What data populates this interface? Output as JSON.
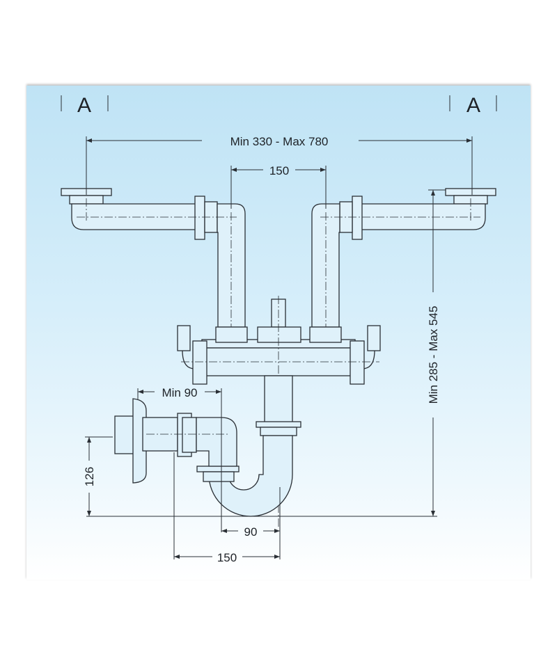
{
  "section_labels": {
    "left": "A",
    "right": "A"
  },
  "dimensions": {
    "sink_spacing": "Min 330 - Max 780",
    "inlet_spacing": "150",
    "height_range": "Min 285 - Max 545",
    "outlet_min": "Min 90",
    "outlet_height": "126",
    "trap_offset": "90",
    "outlet_offset": "150"
  },
  "colors": {
    "background_top": "#bfe3f5",
    "line": "#2a2f35"
  }
}
